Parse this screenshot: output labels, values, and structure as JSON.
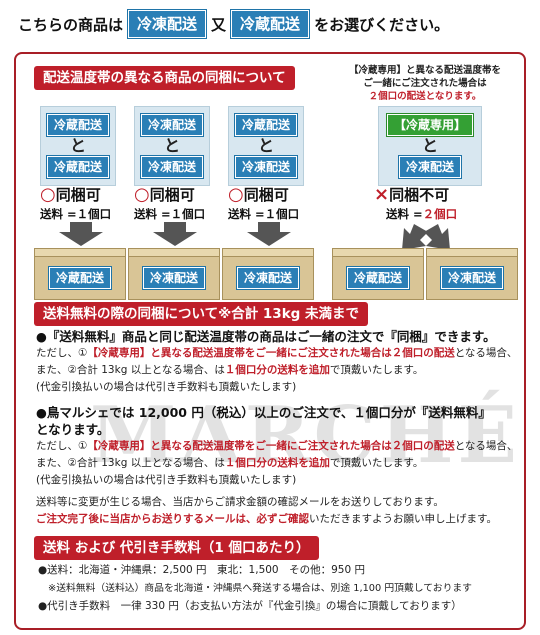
{
  "heading": {
    "prefix": "こちらの商品は",
    "tag_frozen": "冷凍配送",
    "middle": "又",
    "tag_chilled": "冷蔵配送",
    "suffix": "をお選びください。"
  },
  "section1": {
    "title": "配送温度帯の異なる商品の同梱について",
    "note": {
      "line1_pre": "【冷蔵専用】",
      "line1_post": "と異なる配送温度帯を",
      "line2": "ご一緒にご注文された場合は",
      "line3": "２個口の配送となります。"
    },
    "combos": [
      {
        "top": "冷蔵配送",
        "and": "と",
        "bottom": "冷蔵配送",
        "top_green": false,
        "verdict_mark": "○",
        "verdict": "同梱可",
        "fee_label": "送料 =",
        "fee_value": "１個口",
        "box_label": "冷蔵配送"
      },
      {
        "top": "冷凍配送",
        "and": "と",
        "bottom": "冷凍配送",
        "top_green": false,
        "verdict_mark": "○",
        "verdict": "同梱可",
        "fee_label": "送料 =",
        "fee_value": "１個口",
        "box_label": "冷凍配送"
      },
      {
        "top": "冷蔵配送",
        "and": "と",
        "bottom": "冷凍配送",
        "top_green": false,
        "verdict_mark": "○",
        "verdict": "同梱可",
        "fee_label": "送料 =",
        "fee_value": "１個口",
        "box_label": "冷凍配送"
      },
      {
        "top": "【冷蔵専用】",
        "and": "と",
        "bottom": "冷凍配送",
        "top_green": true,
        "verdict_mark": "×",
        "verdict": "同梱不可",
        "fee_label": "送料 =",
        "fee_value": "２個口",
        "box_label": "冷蔵配送",
        "box_label2": "冷凍配送"
      }
    ]
  },
  "section2": {
    "title": "送料無料の際の同梱について※合計 13kg 未満まで",
    "p1": {
      "lead": "●『送料無料』商品と同じ配送温度帯の商品はご一緒の注文で『同梱』できます。",
      "l2_a": "ただし、①",
      "l2_red": "【冷蔵専用】と異なる配送温度帯をご一緒にご注文された場合は２個口の配送",
      "l2_b": "となる場合、",
      "l3_a": "また、②合計 13kg 以上となる場合、は",
      "l3_red": "１個口分の送料を追加",
      "l3_b": "で頂戴いたします。",
      "l4": "(代金引換払いの場合は代引き手数料も頂戴いたします)"
    },
    "p2": {
      "lead1": "●鳥マルシェでは 12,000 円（税込）以上のご注文で、１個口分が『送料無料』",
      "lead2": "となります。",
      "l2_a": "ただし、①",
      "l2_red": "【冷蔵専用】と異なる配送温度帯をご一緒にご注文された場合は２個口の配送",
      "l2_b": "となる場合、",
      "l3_a": "また、②合計 13kg 以上となる場合、は",
      "l3_red": "１個口分の送料を追加",
      "l3_b": "で頂戴いたします。",
      "l4": "(代金引換払いの場合は代引き手数料も頂戴いたします)"
    },
    "p3": {
      "l1": "送料等に変更が生じる場合、当店からご請求金額の確認メールをお送りしております。",
      "l2_red": "ご注文完了後に当店からお送りするメールは、必ずご確認",
      "l2_b": "いただきますようお願い申し上げます。"
    },
    "watermark": "MARCHÉ"
  },
  "section3": {
    "title": "送料 および 代引き手数料（1 個口あたり）",
    "rates": "●送料：北海道・沖縄県：2,500 円　東北：1,500　その他：950 円",
    "note": "※送料無料（送料込）商品を北海道・沖縄県へ発送する場合は、別途 1,100 円頂戴しております",
    "cod": "●代引き手数料　一律 330 円（お支払い方法が『代金引換』の場合に頂戴しております）"
  }
}
